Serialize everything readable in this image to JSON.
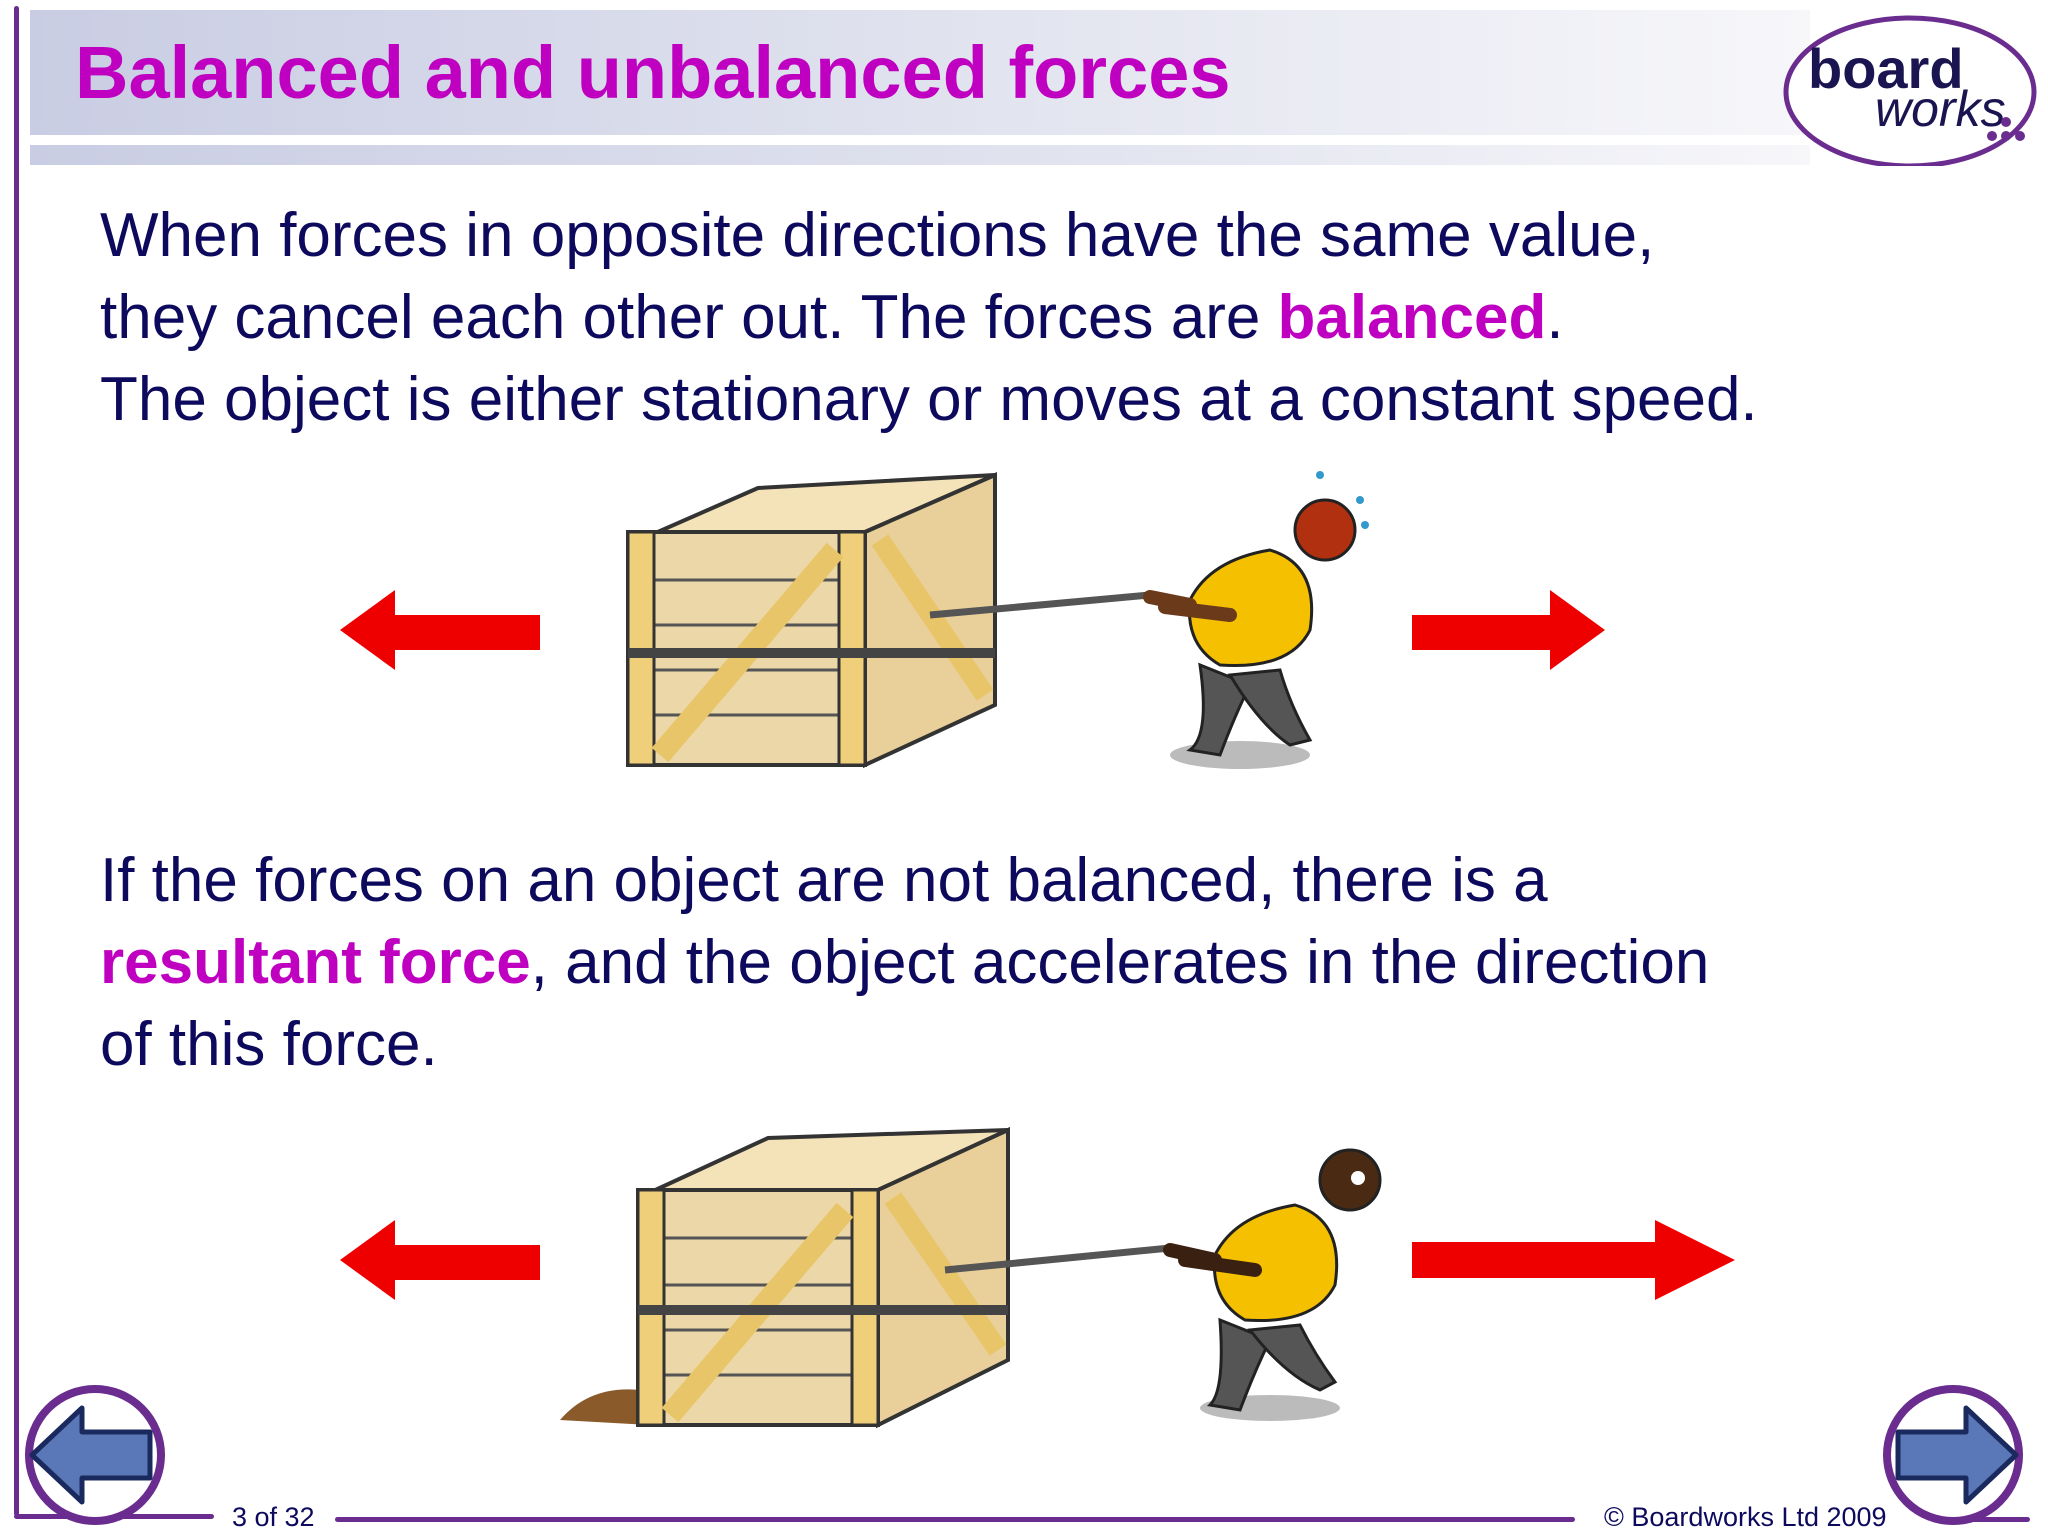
{
  "slide": {
    "title": "Balanced and unbalanced forces",
    "logo": {
      "line1": "board",
      "line2": "works"
    },
    "paragraph1": {
      "line1": "When forces in opposite directions have the same value,",
      "line2_pre": "they cancel each other out. The forces are ",
      "line2_highlight": "balanced",
      "line2_post": ".",
      "line3": "The object is either stationary or moves at a constant speed."
    },
    "paragraph2": {
      "line1": "If the forces on an object are not balanced, there is a",
      "line2_highlight": "resultant force",
      "line2_post": ", and the object accelerates in the direction",
      "line3": "of this force."
    }
  },
  "footer": {
    "page_indicator": "3 of 32",
    "copyright": "© Boardworks Ltd 2009"
  },
  "nav": {
    "back_icon": "left-arrow-icon",
    "forward_icon": "right-arrow-icon"
  },
  "colors": {
    "title": "#c000c0",
    "body_text": "#0d0a5e",
    "force_arrow": "#ee0000",
    "frame": "#6a2c8e",
    "nav_button": "#5a78b8"
  }
}
